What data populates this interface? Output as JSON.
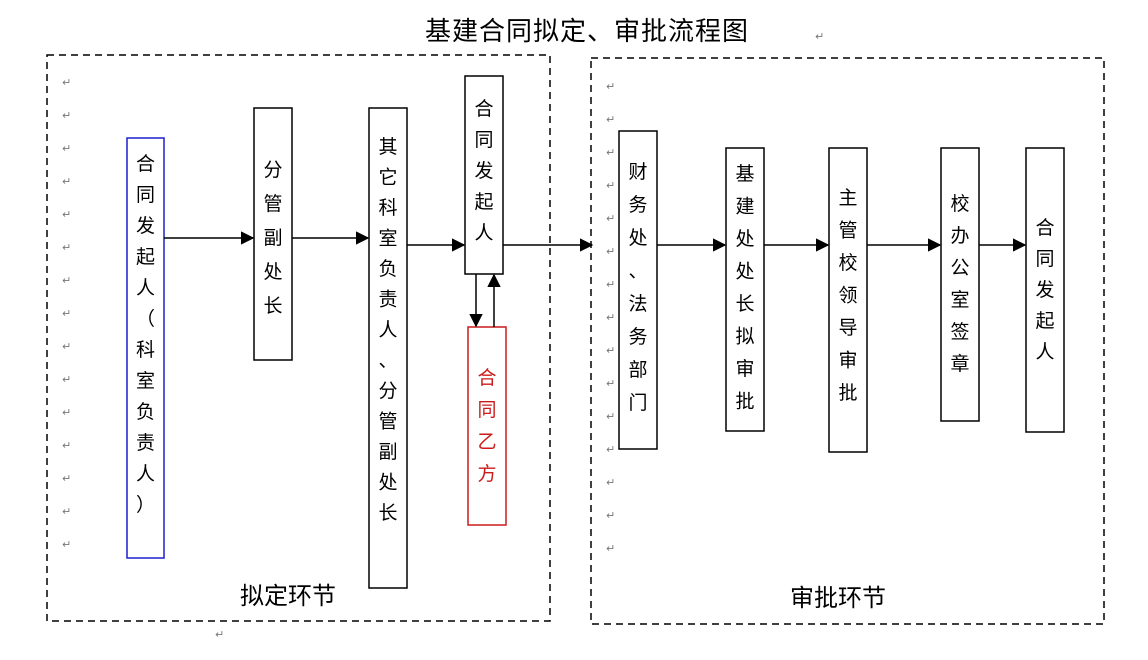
{
  "title": "基建合同拟定、审批流程图",
  "sections": {
    "drafting_label": "拟定环节",
    "approval_label": "审批环节"
  },
  "nodes": {
    "initiator": "合同发起人（科室负责人）",
    "deputy_director": "分管副处长",
    "other_heads": "其它科室负责人、分管副处长",
    "initiator_2": "合同发起人",
    "party_b": "合同乙方",
    "finance_legal": "财务处、法务部门",
    "infra_director": "基建处处长拟审批",
    "supervising_leader": "主管校领导审批",
    "school_office": "校办公室签章",
    "initiator_final": "合同发起人"
  },
  "colors": {
    "initiator_border": "#1f1fcf",
    "party_b": "#cc1a1a"
  }
}
